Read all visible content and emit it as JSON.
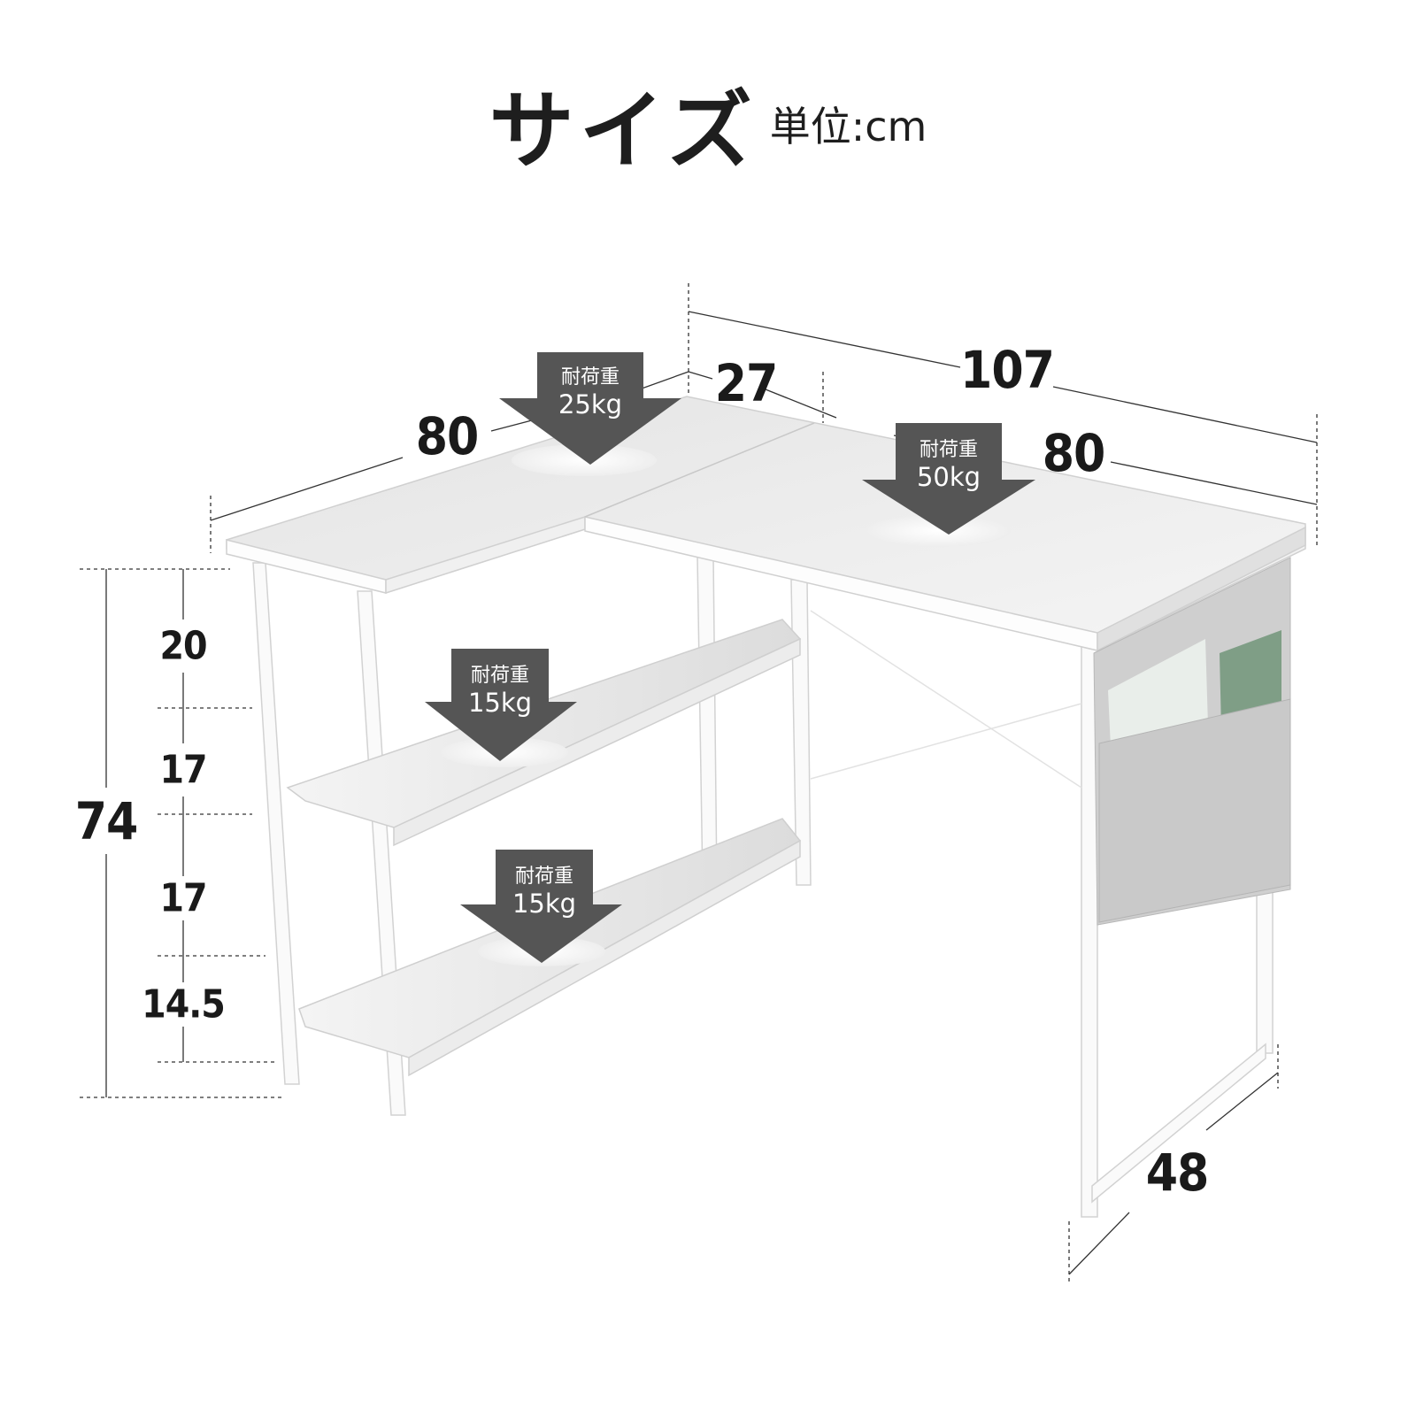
{
  "header": {
    "title": "サイズ",
    "unit_label": "単位:cm"
  },
  "dimensions": {
    "overall_width": "107",
    "corner_depth": "27",
    "left_top_length": "80",
    "right_top_length": "80",
    "total_height": "74",
    "shelf_gap_top": "20",
    "shelf_gap_middle": "17",
    "shelf_gap_lower": "17",
    "shelf_gap_bottom": "14.5",
    "depth": "48"
  },
  "load_labels": [
    {
      "heading": "耐荷重",
      "value": "25kg",
      "location": "left top"
    },
    {
      "heading": "耐荷重",
      "value": "50kg",
      "location": "right top"
    },
    {
      "heading": "耐荷重",
      "value": "15kg",
      "location": "upper shelf"
    },
    {
      "heading": "耐荷重",
      "value": "15kg",
      "location": "lower shelf"
    }
  ],
  "colors": {
    "arrow": "#555555",
    "text": "#1e1e1e",
    "desk": "#f3f3f3",
    "pocket": "#cfcfcf"
  }
}
